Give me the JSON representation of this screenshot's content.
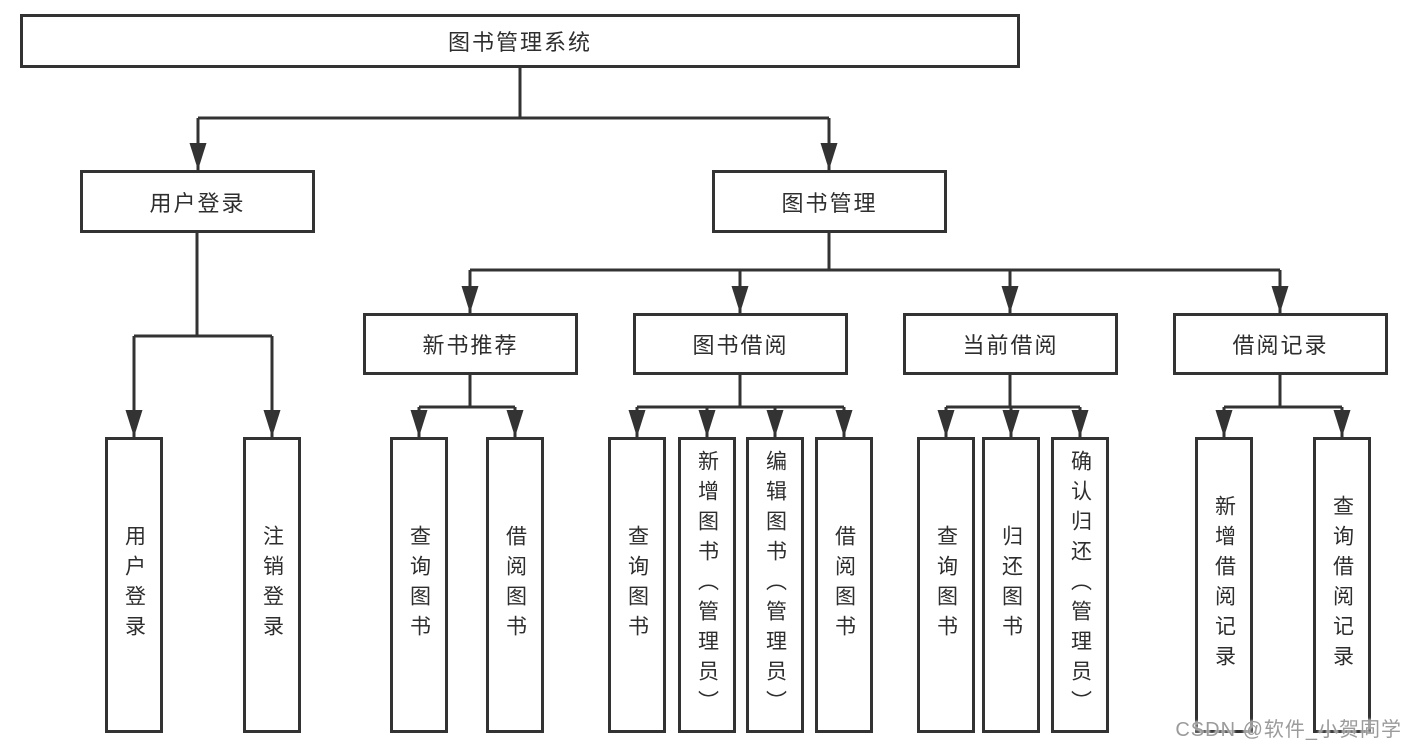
{
  "diagram": {
    "root": {
      "label": "图书管理系统",
      "children": [
        {
          "label": "用户登录",
          "children": [
            {
              "label": "用户登录"
            },
            {
              "label": "注销登录"
            }
          ]
        },
        {
          "label": "图书管理",
          "children": [
            {
              "label": "新书推荐",
              "children": [
                {
                  "label": "查询图书"
                },
                {
                  "label": "借阅图书"
                }
              ]
            },
            {
              "label": "图书借阅",
              "children": [
                {
                  "label": "查询图书"
                },
                {
                  "label": "新增图书（管理员）"
                },
                {
                  "label": "编辑图书（管理员）"
                },
                {
                  "label": "借阅图书"
                }
              ]
            },
            {
              "label": "当前借阅",
              "children": [
                {
                  "label": "查询图书"
                },
                {
                  "label": "归还图书"
                },
                {
                  "label": "确认归还（管理员）"
                }
              ]
            },
            {
              "label": "借阅记录",
              "children": [
                {
                  "label": "新增借阅记录"
                },
                {
                  "label": "查询借阅记录"
                }
              ]
            }
          ]
        }
      ]
    }
  },
  "watermark": {
    "text": "CSDN @软件_小贺同学"
  },
  "colors": {
    "line": "#333333",
    "box_border": "#333333",
    "text": "#2e2e2e",
    "watermark": "#9b9b9b",
    "background": "#ffffff"
  }
}
